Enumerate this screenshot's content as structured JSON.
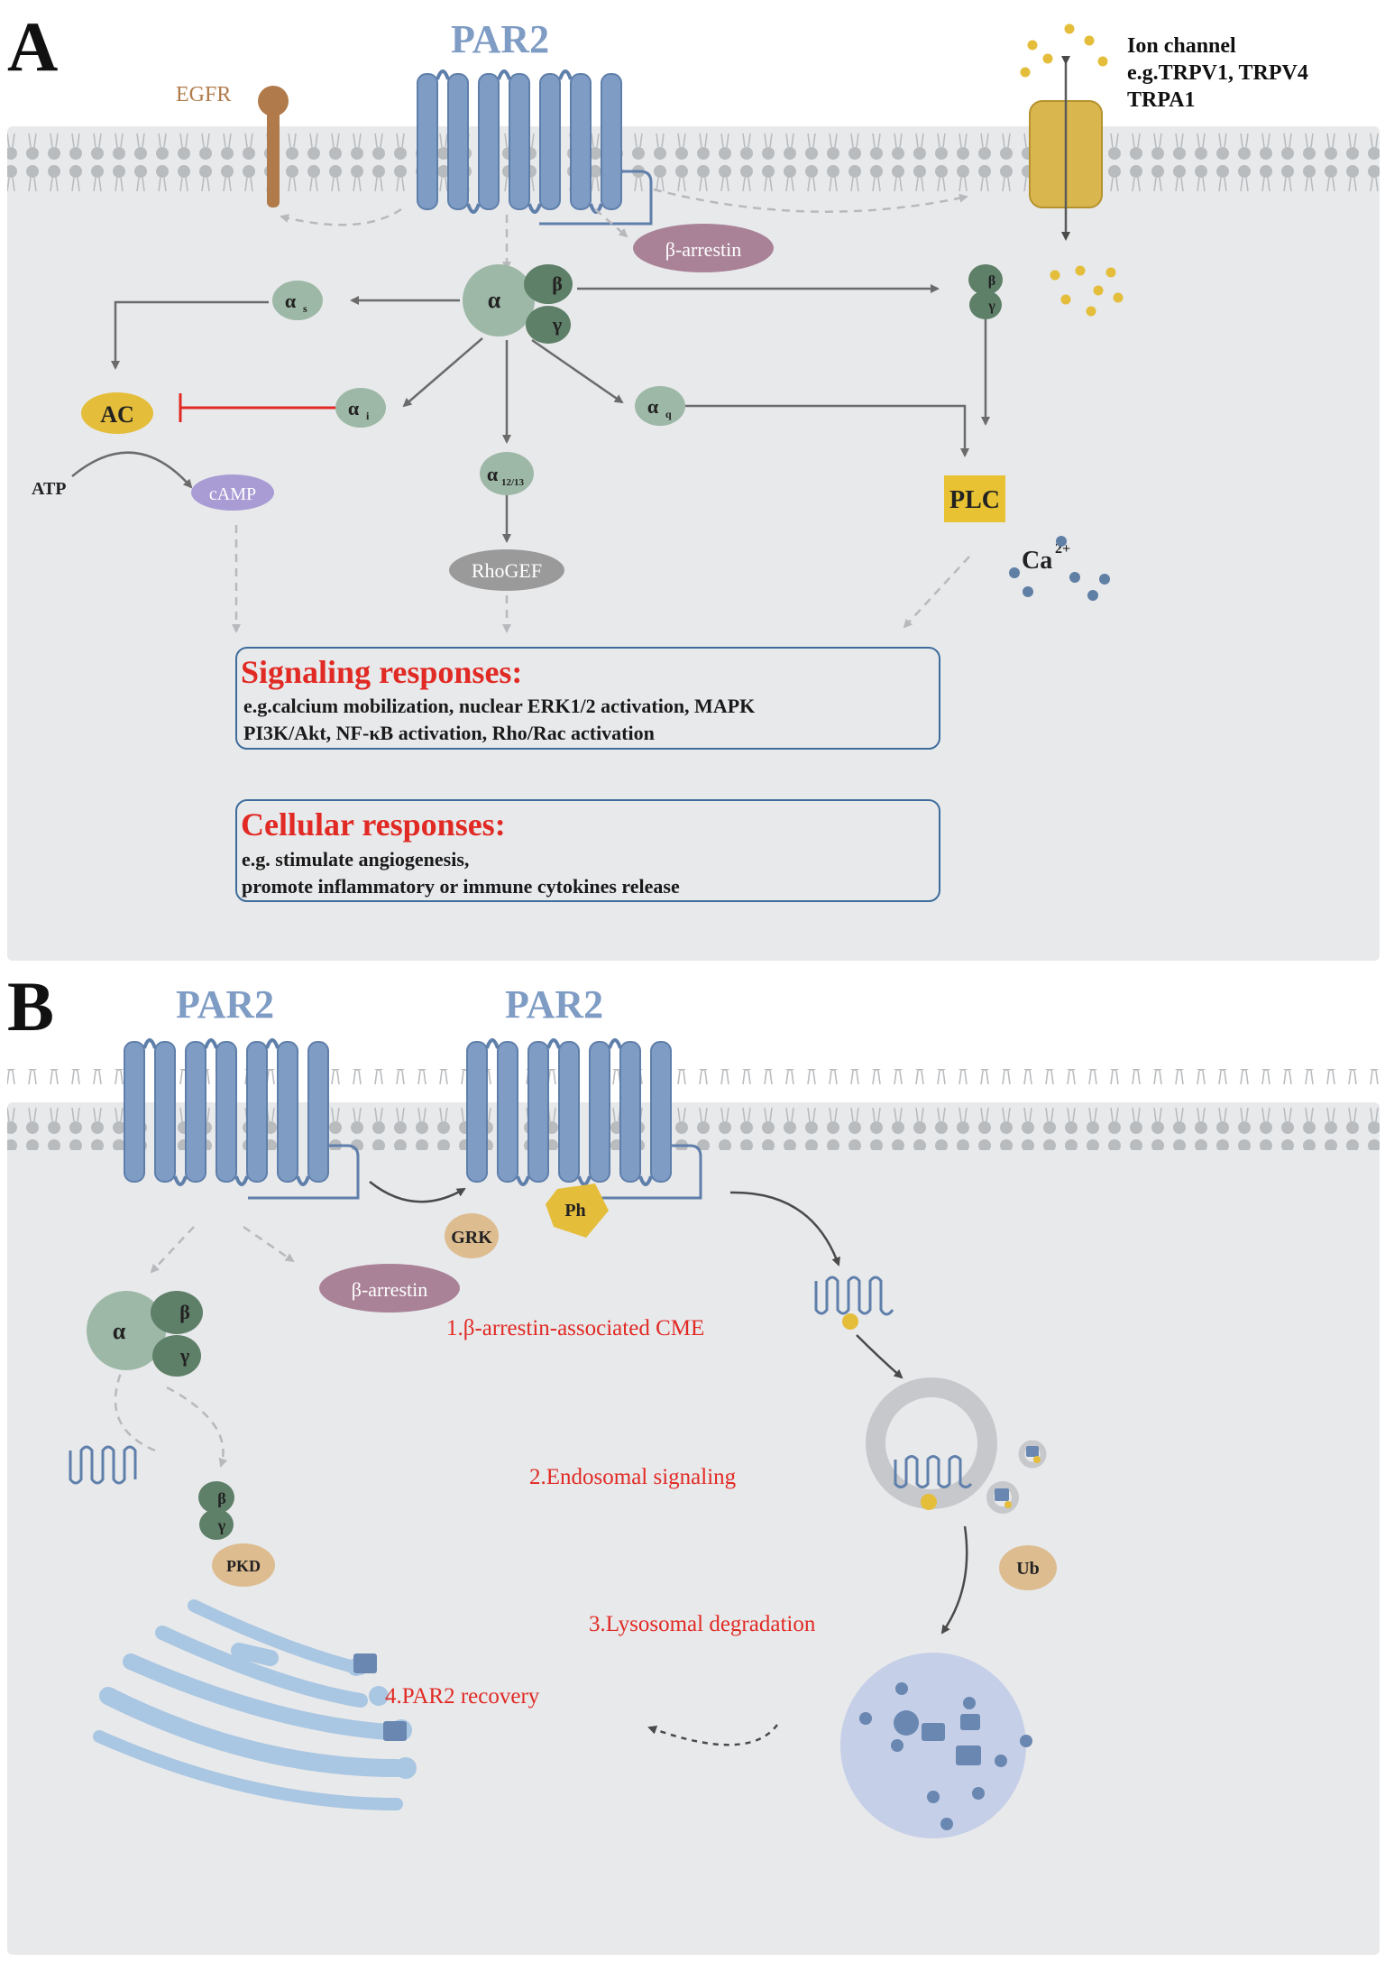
{
  "colors": {
    "cell": "#e8e9eb",
    "receptor": "#7f9cc4",
    "receptor_dark": "#5f7fab",
    "lipid_head": "#b9bcbf",
    "galpha": "#9db8a6",
    "gbetagamma": "#5e7f68",
    "arrestin": "#a98297",
    "gold": "#e4bd3a",
    "plc": "#e8c233",
    "camp": "#a99bd4",
    "rhogef": "#9a9a9a",
    "egfr": "#b07a4a",
    "red": "#e12a24",
    "box_border": "#3e6d9c",
    "dot_blue": "#607fa5",
    "tan": "#ddbc8f",
    "golgi": "#a9c6e2",
    "lysosome": "#c6cfe8"
  },
  "panelA": {
    "letter": "A",
    "receptor": "PAR2",
    "egfr": "EGFR",
    "ion_channel": [
      "Ion channel",
      "e.g.TRPV1, TRPV4",
      "TRPA1"
    ],
    "arrestin": "β-arrestin",
    "g_alpha": "α",
    "g_beta": "β",
    "g_gamma": "γ",
    "alpha_s": "α",
    "alpha_s_sub": "s",
    "alpha_i": "α",
    "alpha_i_sub": "i",
    "alpha_q": "α",
    "alpha_q_sub": "q",
    "alpha_12": "α",
    "alpha_12_sub": "12/13",
    "ac": "AC",
    "atp": "ATP",
    "camp": "cAMP",
    "rhogef": "RhoGEF",
    "plc": "PLC",
    "ca": "Ca",
    "ca_sup": "2+",
    "signaling_title": "Signaling responses:",
    "signaling_lines": [
      "e.g.calcium mobilization, nuclear ERK1/2 activation, MAPK",
      "PI3K/Akt, NF-κB activation, Rho/Rac activation"
    ],
    "cellular_title": "Cellular responses:",
    "cellular_lines": [
      "e.g. stimulate angiogenesis,",
      "promote inflammatory or immune cytokines release"
    ]
  },
  "panelB": {
    "letter": "B",
    "receptor_left": "PAR2",
    "receptor_right": "PAR2",
    "grk": "GRK",
    "ph": "Ph",
    "arrestin": "β-arrestin",
    "g_alpha": "α",
    "g_beta": "β",
    "g_gamma": "γ",
    "pkd": "PKD",
    "ub": "Ub",
    "step1": "1.β-arrestin-associated CME",
    "step2": "2.Endosomal signaling",
    "step3": "3.Lysosomal degradation",
    "step4": "4.PAR2 recovery"
  }
}
